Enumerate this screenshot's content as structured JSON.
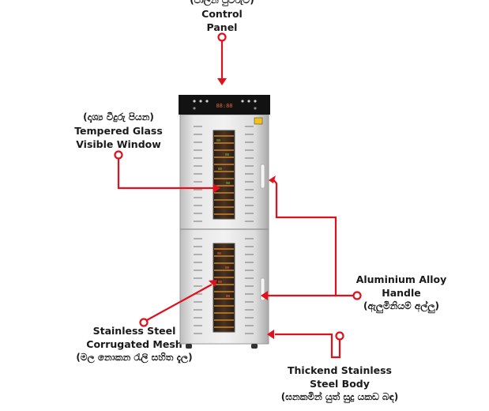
{
  "labels": {
    "control_panel": {
      "sinhala": "(පාලන පුවරුව)",
      "l1": "Control",
      "l2": "Panel"
    },
    "glass_window": {
      "sinhala": "(දෘශ්‍ය වීදුරු පියන)",
      "l1": "Tempered Glass",
      "l2": "Visible Window"
    },
    "handle": {
      "l1": "Aluminium Alloy",
      "l2": "Handle",
      "sinhala": "(ඇලුමිනියම් අල්ලු)"
    },
    "mesh": {
      "l1": "Stainless Steel",
      "l2": "Corrugated Mesh",
      "sinhala": "(මල නොකන රැලි සහිත දැල)"
    },
    "body": {
      "l1": "Thickend Stainless",
      "l2": "Steel Body",
      "sinhala": "(ඝනකමින් යුත් සුදු යකඩ බඳ)"
    }
  },
  "display": {
    "readout": "88:88"
  },
  "colors": {
    "arrow": "#e0101c",
    "steel": "#d9d9d9",
    "panel": "#111111"
  }
}
